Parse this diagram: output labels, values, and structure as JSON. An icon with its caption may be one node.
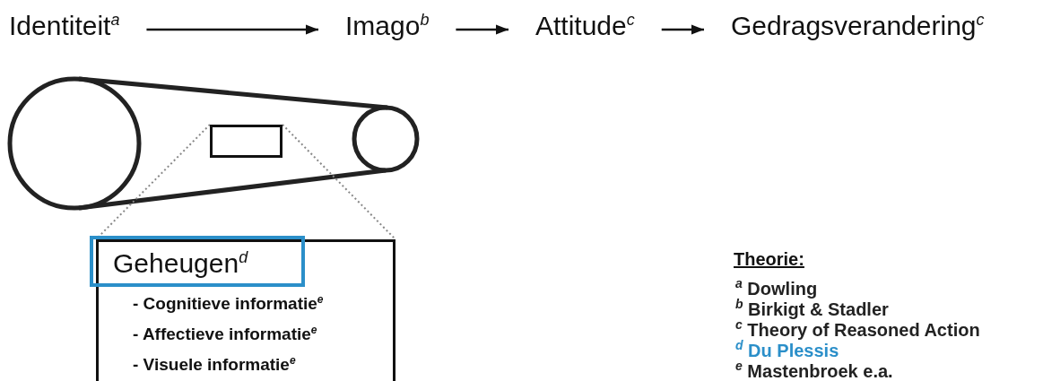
{
  "diagram": {
    "nodes": [
      {
        "text": [
          "Identiteit$^{a}$"
        ]
      },
      {
        "text": [
          "Imago$^{b}$"
        ]
      },
      {
        "text": [
          "Attitude$^{c}$"
        ]
      },
      {
        "text": [
          "Gedragsverandering$^{c}$"
        ]
      },
      {
        "text": [],
        "shape": "box"
      },
      {
        "text": [
          "- Cognitieve informatie$^{e}$",
          "- Affectieve informatie$^{e}$",
          "- Visuele informatie$^{e}$"
        ]
      },
      {
        "text": [
          "Geheugen$^{d}$"
        ]
      }
    ],
    "edges": [
      {
        "from": 0,
        "to": 1,
        "arrow": "to"
      },
      {
        "from": 1,
        "to": 2,
        "arrow": "to"
      },
      {
        "from": 2,
        "to": 3,
        "arrow": "to"
      },
      {
        "from": 4,
        "to": 5,
        "arrow": "none",
        "style": "dashed",
        "color": "#888888"
      },
      {
        "from": 4,
        "to": 5,
        "arrow": "none",
        "style": "dashed",
        "color": "#888888"
      }
    ],
    "labels": [
      "Theorie:",
      "$^{a}$ Dowling",
      "$^{b}$ Birkigt & Stadler",
      "$^{c}$ Theory of Reasoned Action",
      "$^{d}$ Du Plessis",
      "$^{e}$ Mastenbroek e.a."
    ]
  }
}
